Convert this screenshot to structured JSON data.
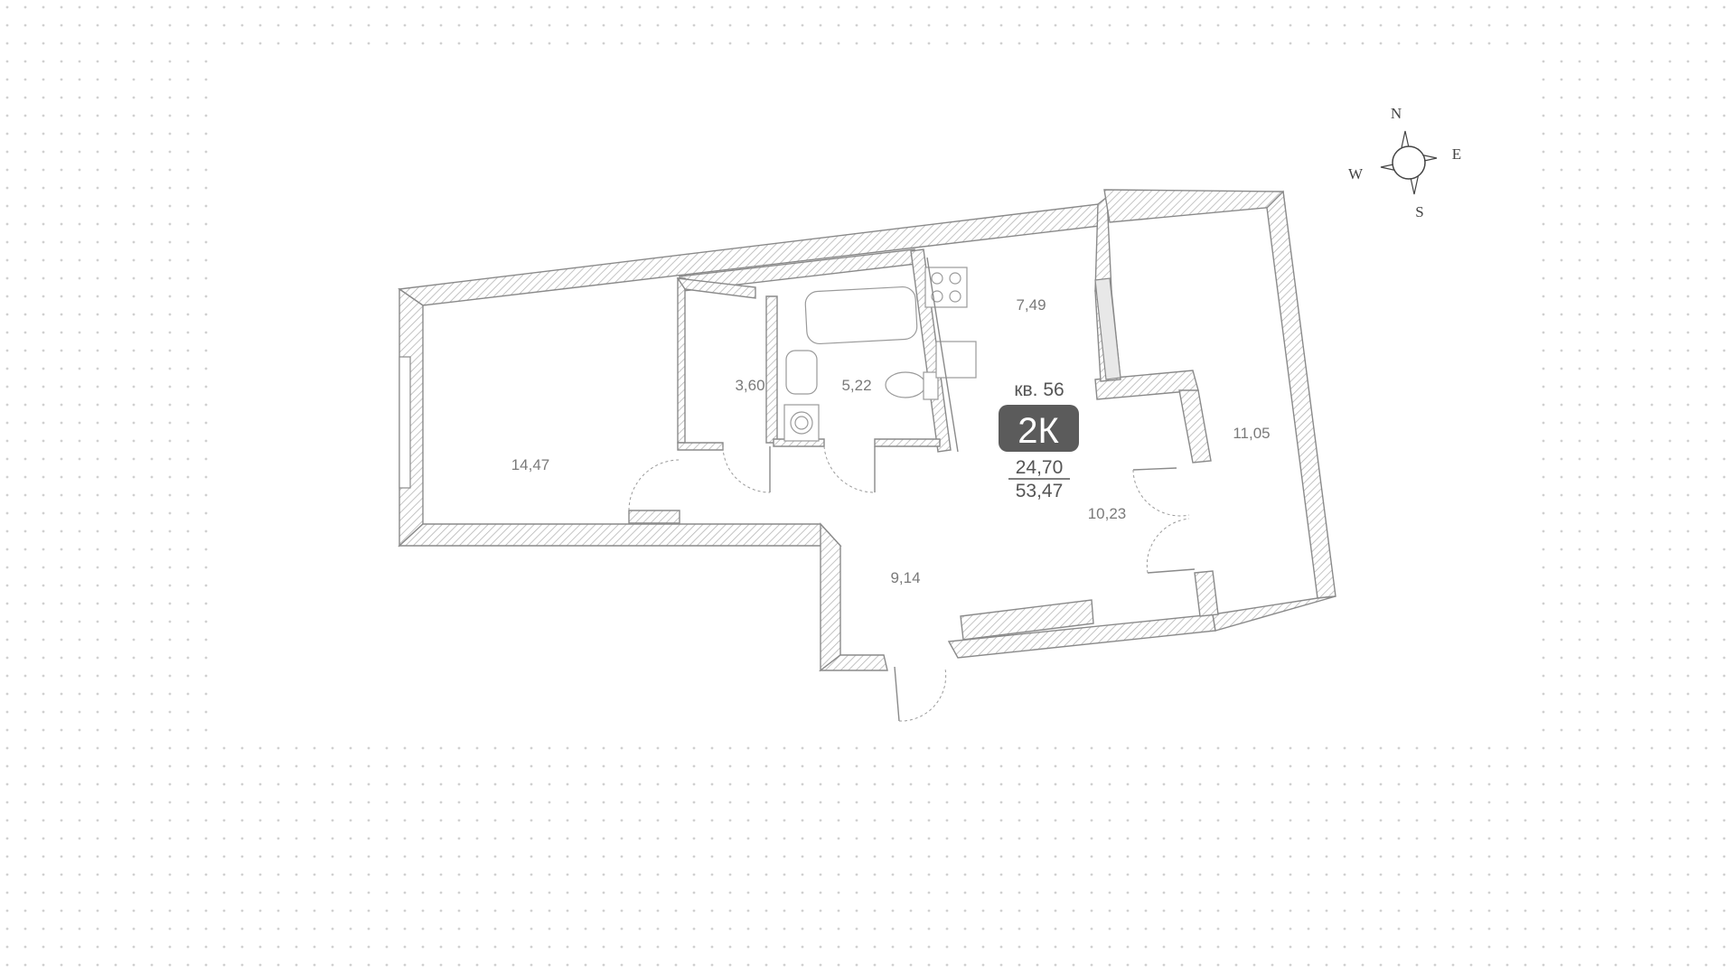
{
  "apartment": {
    "number_label": "кв. 56",
    "type_badge": "2К",
    "living_area": "24,70",
    "total_area": "53,47",
    "badge_color": "#5b5b5b"
  },
  "rooms": [
    {
      "id": "room-living",
      "area": "14,47"
    },
    {
      "id": "room-storage",
      "area": "3,60"
    },
    {
      "id": "room-bathroom",
      "area": "5,22"
    },
    {
      "id": "room-kitchen",
      "area": "7,49"
    },
    {
      "id": "room-hall",
      "area": "9,14"
    },
    {
      "id": "room-corridor",
      "area": "10,23"
    },
    {
      "id": "room-bedroom",
      "area": "11,05"
    }
  ],
  "compass": {
    "n": "N",
    "e": "E",
    "s": "S",
    "w": "W"
  },
  "colors": {
    "wall": "#8a8a8a",
    "dot_grid": "#d0d0d0"
  }
}
